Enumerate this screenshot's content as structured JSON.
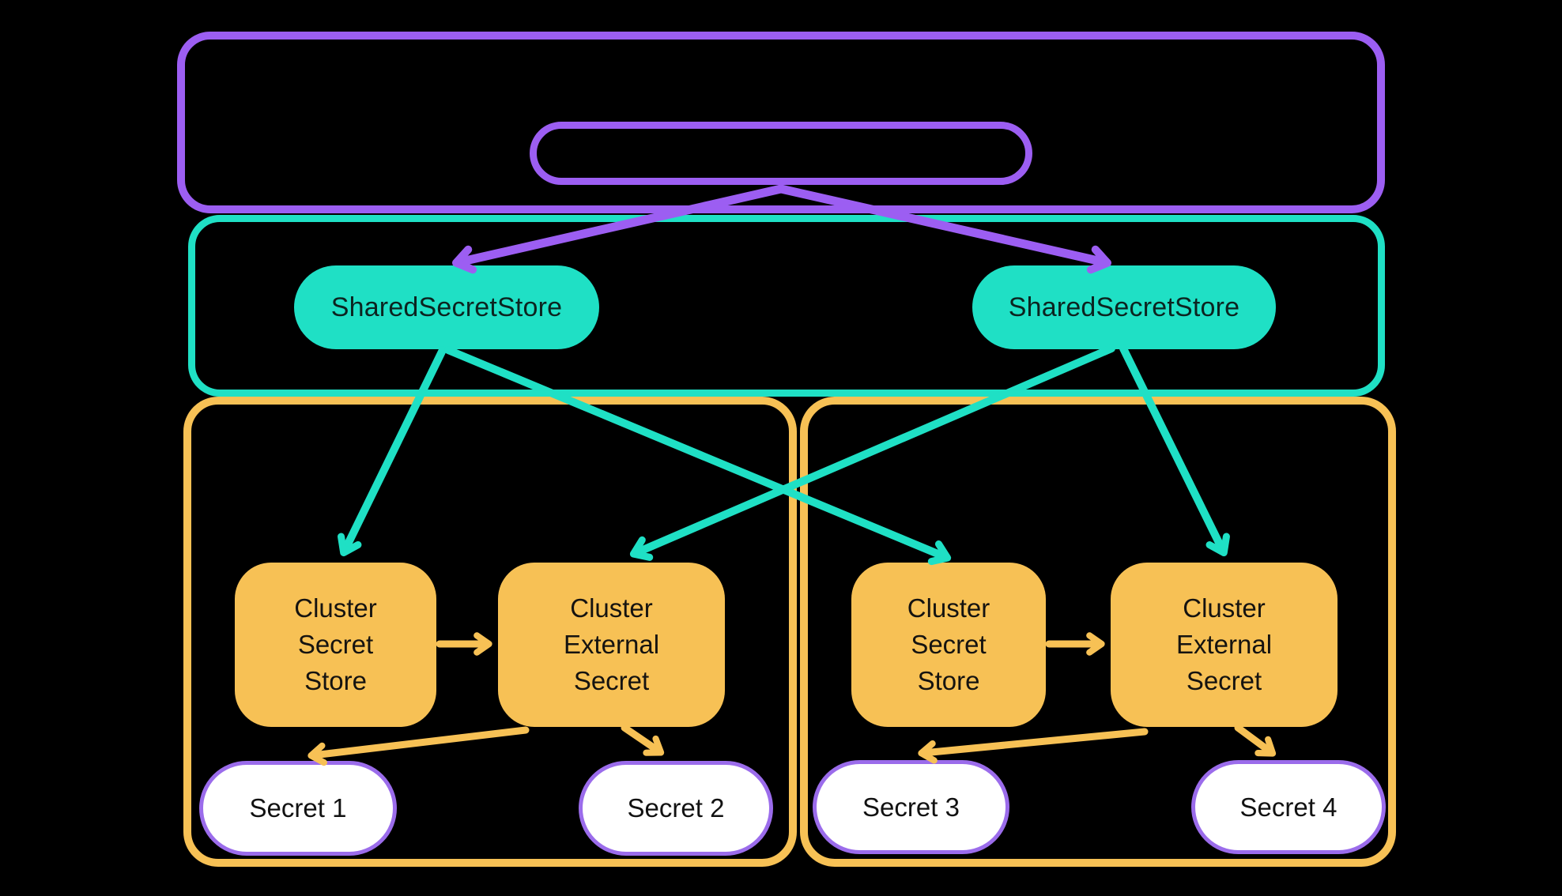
{
  "diagram": {
    "colors": {
      "background": "#000000",
      "purple": "#9C5EF2",
      "purple_light": "#9B6CEB",
      "teal": "#1FE0C5",
      "orange": "#F7C155",
      "node_text": "#151310",
      "secret_text": "#121212"
    },
    "shared_secret_stores": [
      "SharedSecretStore",
      "SharedSecretStore"
    ],
    "cluster1": {
      "secret_store_lines": [
        "Cluster",
        "Secret",
        "Store"
      ],
      "external_secret_lines": [
        "Cluster",
        "External",
        "Secret"
      ],
      "secrets": [
        "Secret 1",
        "Secret 2"
      ]
    },
    "cluster2": {
      "secret_store_lines": [
        "Cluster",
        "Secret",
        "Store"
      ],
      "external_secret_lines": [
        "Cluster",
        "External",
        "Secret"
      ],
      "secrets": [
        "Secret 3",
        "Secret 4"
      ]
    }
  }
}
